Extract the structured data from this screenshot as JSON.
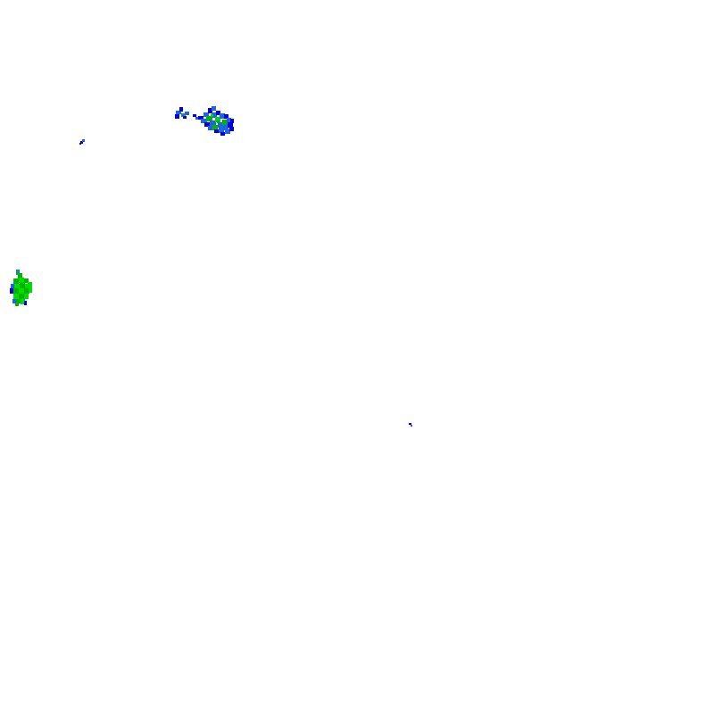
{
  "layer": {
    "kind": "weather-radar-reflectivity-tile",
    "background": "#ffffff",
    "palette": {
      "light": "#0000e6",
      "light_moderate": "#1e64e6",
      "moderate": "#00b400",
      "moderate_heavy": "#00dc00",
      "teal_edge": "#1a8a8a"
    },
    "echo_cells": [
      {
        "name": "echo-cell-northeast-cluster",
        "dominant": "light_moderate"
      },
      {
        "name": "echo-cell-northwest-fragment",
        "dominant": "light"
      },
      {
        "name": "echo-cell-west-edge",
        "dominant": "moderate_heavy"
      },
      {
        "name": "echo-cell-central-speck",
        "dominant": "light"
      }
    ]
  }
}
